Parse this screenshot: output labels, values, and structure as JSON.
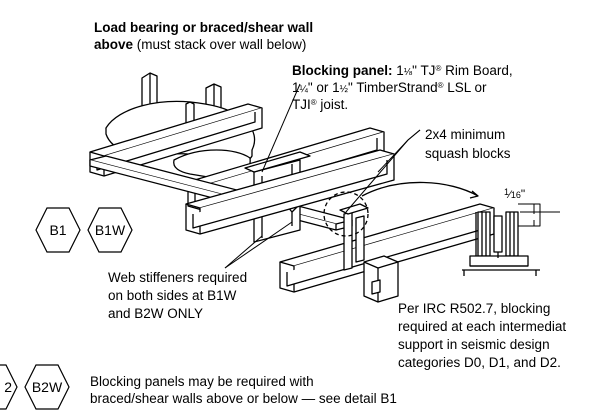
{
  "labels": {
    "load_bearing_bold": "Load bearing or braced/shear wall",
    "above_bold": "above",
    "above_rest": "(must stack over wall below)",
    "blocking_bold": "Blocking panel:",
    "blocking_l1_a": "1",
    "blocking_l1_frac": "⅛",
    "blocking_l1_b": "\" TJ",
    "reg": "®",
    "blocking_l1_c": " Rim Board,",
    "blocking_l2_a": "1",
    "blocking_l2_frac1": "¼",
    "blocking_l2_b": "\" or 1",
    "blocking_l2_frac2": "½",
    "blocking_l2_c": "\" TimberStrand",
    "blocking_l2_d": " LSL or",
    "blocking_l3_a": "TJI",
    "blocking_l3_b": " joist.",
    "squash_l1": "2x4 minimum",
    "squash_l2": "squash blocks",
    "dim_num": "1",
    "dim_den": "16",
    "dim_unit": "\"",
    "stiff_l1": "Web stiffeners required",
    "stiff_l2": "on both sides at B1W",
    "stiff_l3": "and B2W ONLY",
    "irc_l1": "Per IRC R502.7, blocking",
    "irc_l2": "required at each intermediat",
    "irc_l3": "support in seismic design",
    "irc_l4": "categories D0, D1, and D2.",
    "bottom_l1": "Blocking panels may be required with",
    "bottom_l2": "braced/shear walls above or below — see detail B1"
  },
  "badges": [
    "B1",
    "B1W",
    "2",
    "B2W"
  ],
  "colors": {
    "line": "#000000",
    "fill": "#ffffff"
  }
}
